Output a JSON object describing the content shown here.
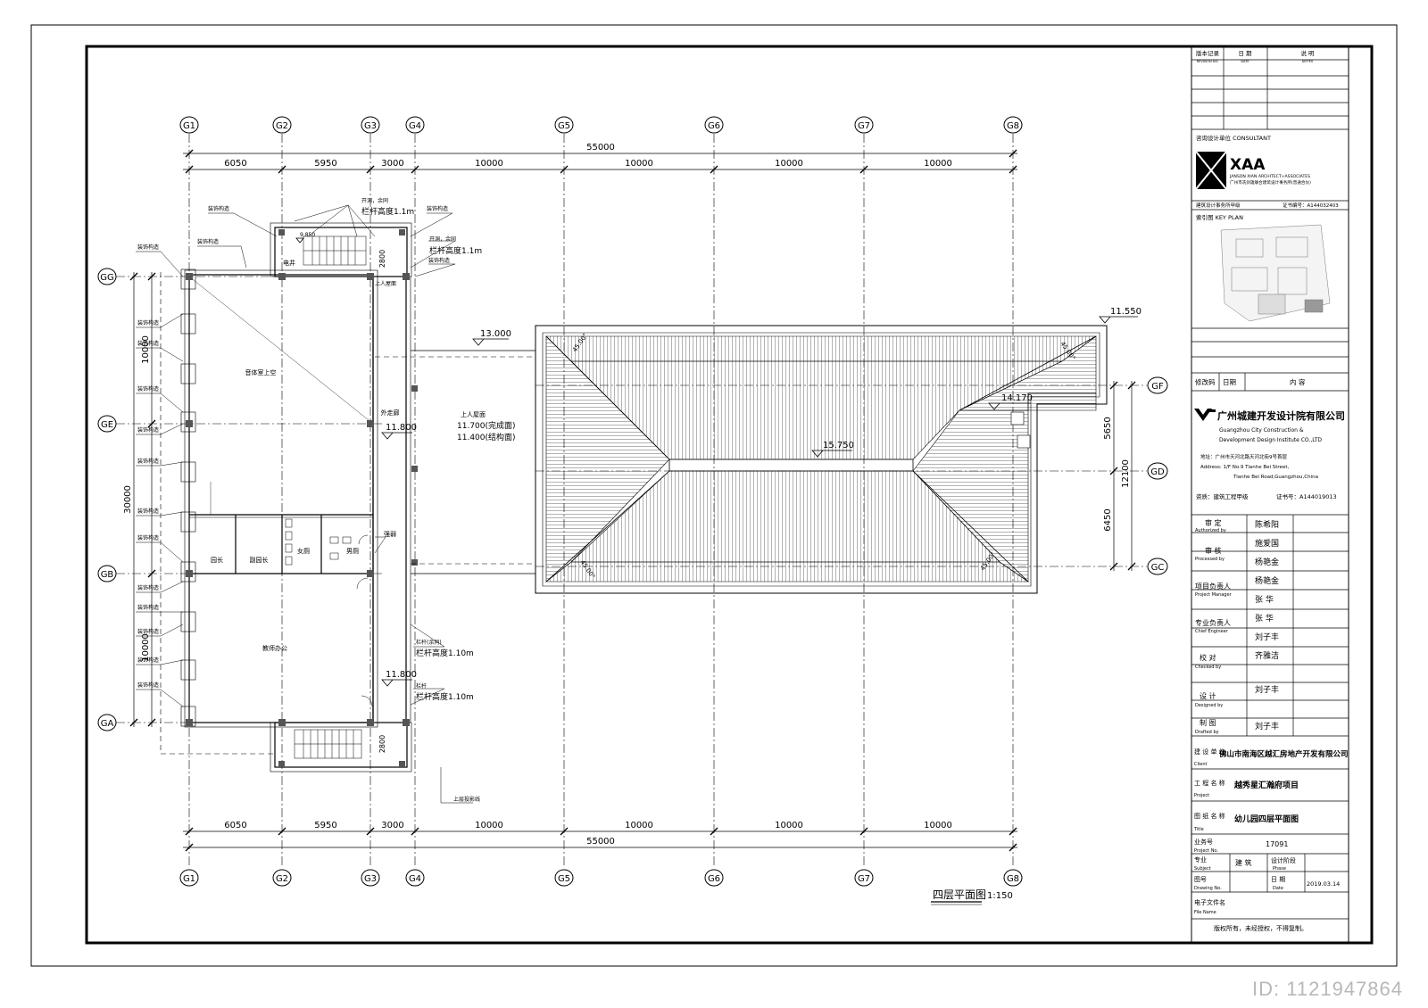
{
  "plan": {
    "title": "四层平面图",
    "scale": "1:150",
    "axes_x": [
      "G1",
      "G2",
      "G3",
      "G4",
      "G5",
      "G6",
      "G7",
      "G8"
    ],
    "axes_y": [
      "GG",
      "GF",
      "GE",
      "GD",
      "GC",
      "GB",
      "GA"
    ],
    "dims_top": [
      "6050",
      "5950",
      "3000",
      "10000",
      "10000",
      "10000",
      "10000"
    ],
    "dims_total": "55000",
    "dims_left": [
      "10000",
      "30000",
      "10000"
    ],
    "dims_right": [
      "5650",
      "6450",
      "12100"
    ],
    "dim_2800": "2800",
    "elevations": [
      "11.550",
      "13.000",
      "14.170",
      "15.750",
      "11.800",
      "11.800",
      "9.850"
    ],
    "roof_note": [
      "上人屋面",
      "11.700(完成面)",
      "11.400(结构面)"
    ],
    "slope": "45.00°",
    "rooms": [
      "音体室上空",
      "教师办公",
      "园长",
      "副园长",
      "女厕",
      "男厕",
      "外走廊",
      "电井",
      "强弱"
    ],
    "notes": [
      "装饰构造",
      "装饰构造",
      "开洞，余同",
      "栏杆高度1.1m",
      "开洞，余同",
      "栏杆高度1.1m",
      "栏杆高度1.10m",
      "栏杆(余同)",
      "栏杆高度1.10m",
      "栏杆",
      "上层投影线",
      "上人屋面"
    ]
  },
  "title_block": {
    "rev_headers": [
      "版本记录",
      "日 期",
      "说 明"
    ],
    "rev_headers_en": [
      "REVISION NO.",
      "DATE",
      "NOTES"
    ],
    "consultant_label": "咨询设计单位 CONSULTANT",
    "xaa_logo": "XAA",
    "xaa_name_en": "JANSON XIAN ARCHITECT+ASSOCIATES",
    "xaa_name_cn": "广州市冼剑雄联合建筑设计事务所(普通合伙)",
    "xaa_grade": "建筑设计事务所甲级",
    "xaa_cert": "证书编号：A144032403",
    "key_plan": "索引图 KEY PLAN",
    "mod_headers": [
      "修改码",
      "日期",
      "内 容"
    ],
    "company_cn": "广州城建开发设计院有限公司",
    "company_en1": "Guangzhou City Construction &",
    "company_en2": "Development Design Institute CO.,LTD",
    "address_cn": "地址：广州市天河北路天河北街9号首层",
    "address_en1": "Address: 1/F No.9 Tianhe Bei Street,",
    "address_en2": "Tianhe Bei Road,Guangzhou,China",
    "qualification": "资质：建筑工程甲级",
    "cert_no": "证书号：A144019013",
    "roles": [
      {
        "cn": "审 定",
        "en": "Authorized by",
        "name": "陈希阳"
      },
      {
        "cn": "审 核",
        "en": "Processed by",
        "name": "施爱国"
      },
      {
        "cn": "",
        "en": "",
        "name": "杨艳金"
      },
      {
        "cn": "项目负责人",
        "en": "Project Manager",
        "name": "杨艳金"
      },
      {
        "cn": "",
        "en": "",
        "name": "张 华"
      },
      {
        "cn": "专业负责人",
        "en": "Chief Engineer",
        "name": "张 华"
      },
      {
        "cn": "",
        "en": "",
        "name": "刘子丰"
      },
      {
        "cn": "校 对",
        "en": "Checked by",
        "name": "齐雅洁"
      },
      {
        "cn": "设 计",
        "en": "Designed by",
        "name": "刘子丰"
      },
      {
        "cn": "制 图",
        "en": "Drafted by",
        "name": "刘子丰"
      }
    ],
    "client_label": "建 设 单 位",
    "client_en": "Client",
    "client": "佛山市南海区越汇房地产开发有限公司",
    "project_label": "工 程 名 称",
    "project_en": "Project",
    "project": "越秀星汇瀚府项目",
    "title_label": "图 纸 名 称",
    "title_en": "Title",
    "drawing_title": "幼儿园四层平面图",
    "project_no_label": "业务号",
    "project_no_en": "Project No.",
    "project_no": "17091",
    "subject_label": "专业",
    "subject_en": "Subject",
    "subject": "建 筑",
    "phase_label": "设计阶段",
    "phase_en": "Phase",
    "drawing_no_label": "图号",
    "drawing_no_en": "Drawing No.",
    "date_label": "日 期",
    "date_en": "Date",
    "date": "2019.03.14",
    "file_label": "电子文件名",
    "file_en": "File Name",
    "copyright": "版权所有，未经授权，不得复制。"
  },
  "watermark": {
    "id": "ID: 1121947864"
  }
}
